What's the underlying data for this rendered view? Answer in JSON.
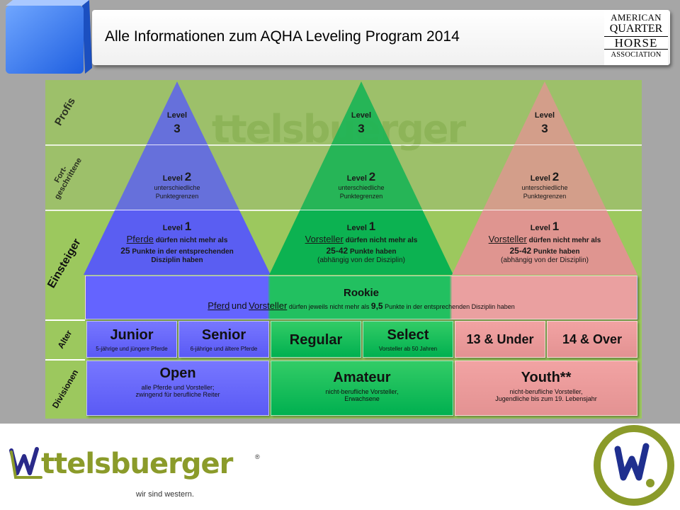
{
  "header": {
    "title": "Alle Informationen zum AQHA Leveling Program 2014",
    "aqha_logo": [
      "AMERICAN",
      "QUARTER",
      "HORSE",
      "ASSOCIATION"
    ]
  },
  "rows": {
    "profis": "Profis",
    "fortgeschrittene": "Fort-\ngeschrittene",
    "einsteiger": "Einsteiger",
    "alter": "Alter",
    "divisionen": "Divisionen"
  },
  "watermark": "ttelsbuerger",
  "pyramids": [
    {
      "color": "#5555ff",
      "l3": {
        "label": "Level",
        "num": "3"
      },
      "l2": {
        "label": "Level",
        "num": "2",
        "desc": "unterschiedliche\nPunktegrenzen"
      },
      "l1": {
        "label": "Level",
        "num": "1",
        "subject": "Pferde",
        "rest": "dürfen nicht mehr als",
        "points": "25",
        "points_rest": "Punkte in der entsprechenden",
        "tail": "Disziplin haben"
      }
    },
    {
      "color": "#00b050",
      "l3": {
        "label": "Level",
        "num": "3"
      },
      "l2": {
        "label": "Level",
        "num": "2",
        "desc": "unterschiedliche\nPunktegrenzen"
      },
      "l1": {
        "label": "Level",
        "num": "1",
        "subject": "Vorsteller",
        "rest": "dürfen nicht mehr als",
        "points": "25-42",
        "points_rest": "Punkte haben",
        "tail": "(abhängig von der Disziplin)"
      }
    },
    {
      "color": "#e39292",
      "l3": {
        "label": "Level",
        "num": "3"
      },
      "l2": {
        "label": "Level",
        "num": "2",
        "desc": "unterschiedliche\nPunktegrenzen"
      },
      "l1": {
        "label": "Level",
        "num": "1",
        "subject": "Vorsteller",
        "rest": "dürfen nicht mehr als",
        "points": "25-42",
        "points_rest": "Punkte haben",
        "tail": "(abhängig von der Disziplin)"
      }
    }
  ],
  "rookie": {
    "title": "Rookie",
    "pferd": "Pferd",
    "und": "und",
    "vorsteller": "Vorsteller",
    "rest": "dürfen jeweils nicht mehr als",
    "points": "9,5",
    "tail": "Punkte in der entsprechenden Disziplin haben"
  },
  "alter": {
    "junior": {
      "title": "Junior",
      "sub": "5-jährige und jüngere Pferde"
    },
    "senior": {
      "title": "Senior",
      "sub": "6-jährige und ältere Pferde"
    },
    "regular": {
      "title": "Regular"
    },
    "select": {
      "title": "Select",
      "sub": "Vorsteller ab 50 Jahren"
    },
    "u13": {
      "title": "13 & Under"
    },
    "o14": {
      "title": "14 & Over"
    }
  },
  "divisionen": {
    "open": {
      "title": "Open",
      "sub": "alle Pferde und Vorsteller;\nzwingend für berufliche Reiter"
    },
    "amateur": {
      "title": "Amateur",
      "sub": "nicht-berufliche Vorsteller,\nErwachsene"
    },
    "youth": {
      "title": "Youth**",
      "sub": "nicht-berufliche Vorsteller,\nJugendliche bis zum 19. Lebensjahr"
    }
  },
  "footer": {
    "wordmark": "ttelsbuerger",
    "slogan": "wir sind western.",
    "reg": "®"
  }
}
